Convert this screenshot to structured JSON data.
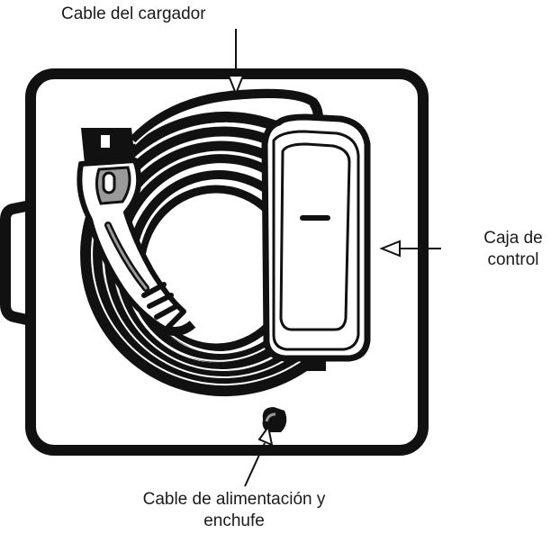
{
  "labels": {
    "charger_cable": "Cable del cargador",
    "control_box_line1": "Caja de",
    "control_box_line2": "control",
    "power_cable_line1": "Cable de alimentación y",
    "power_cable_line2": "enchufe"
  },
  "colors": {
    "ink": "#111111",
    "paper": "#ffffff",
    "connector_gray": "#9a9a9a",
    "label_text": "#1a1a1a"
  },
  "icons": [
    "charger-connector-icon",
    "control-box-icon",
    "cable-coil-icon",
    "carry-case-icon"
  ]
}
